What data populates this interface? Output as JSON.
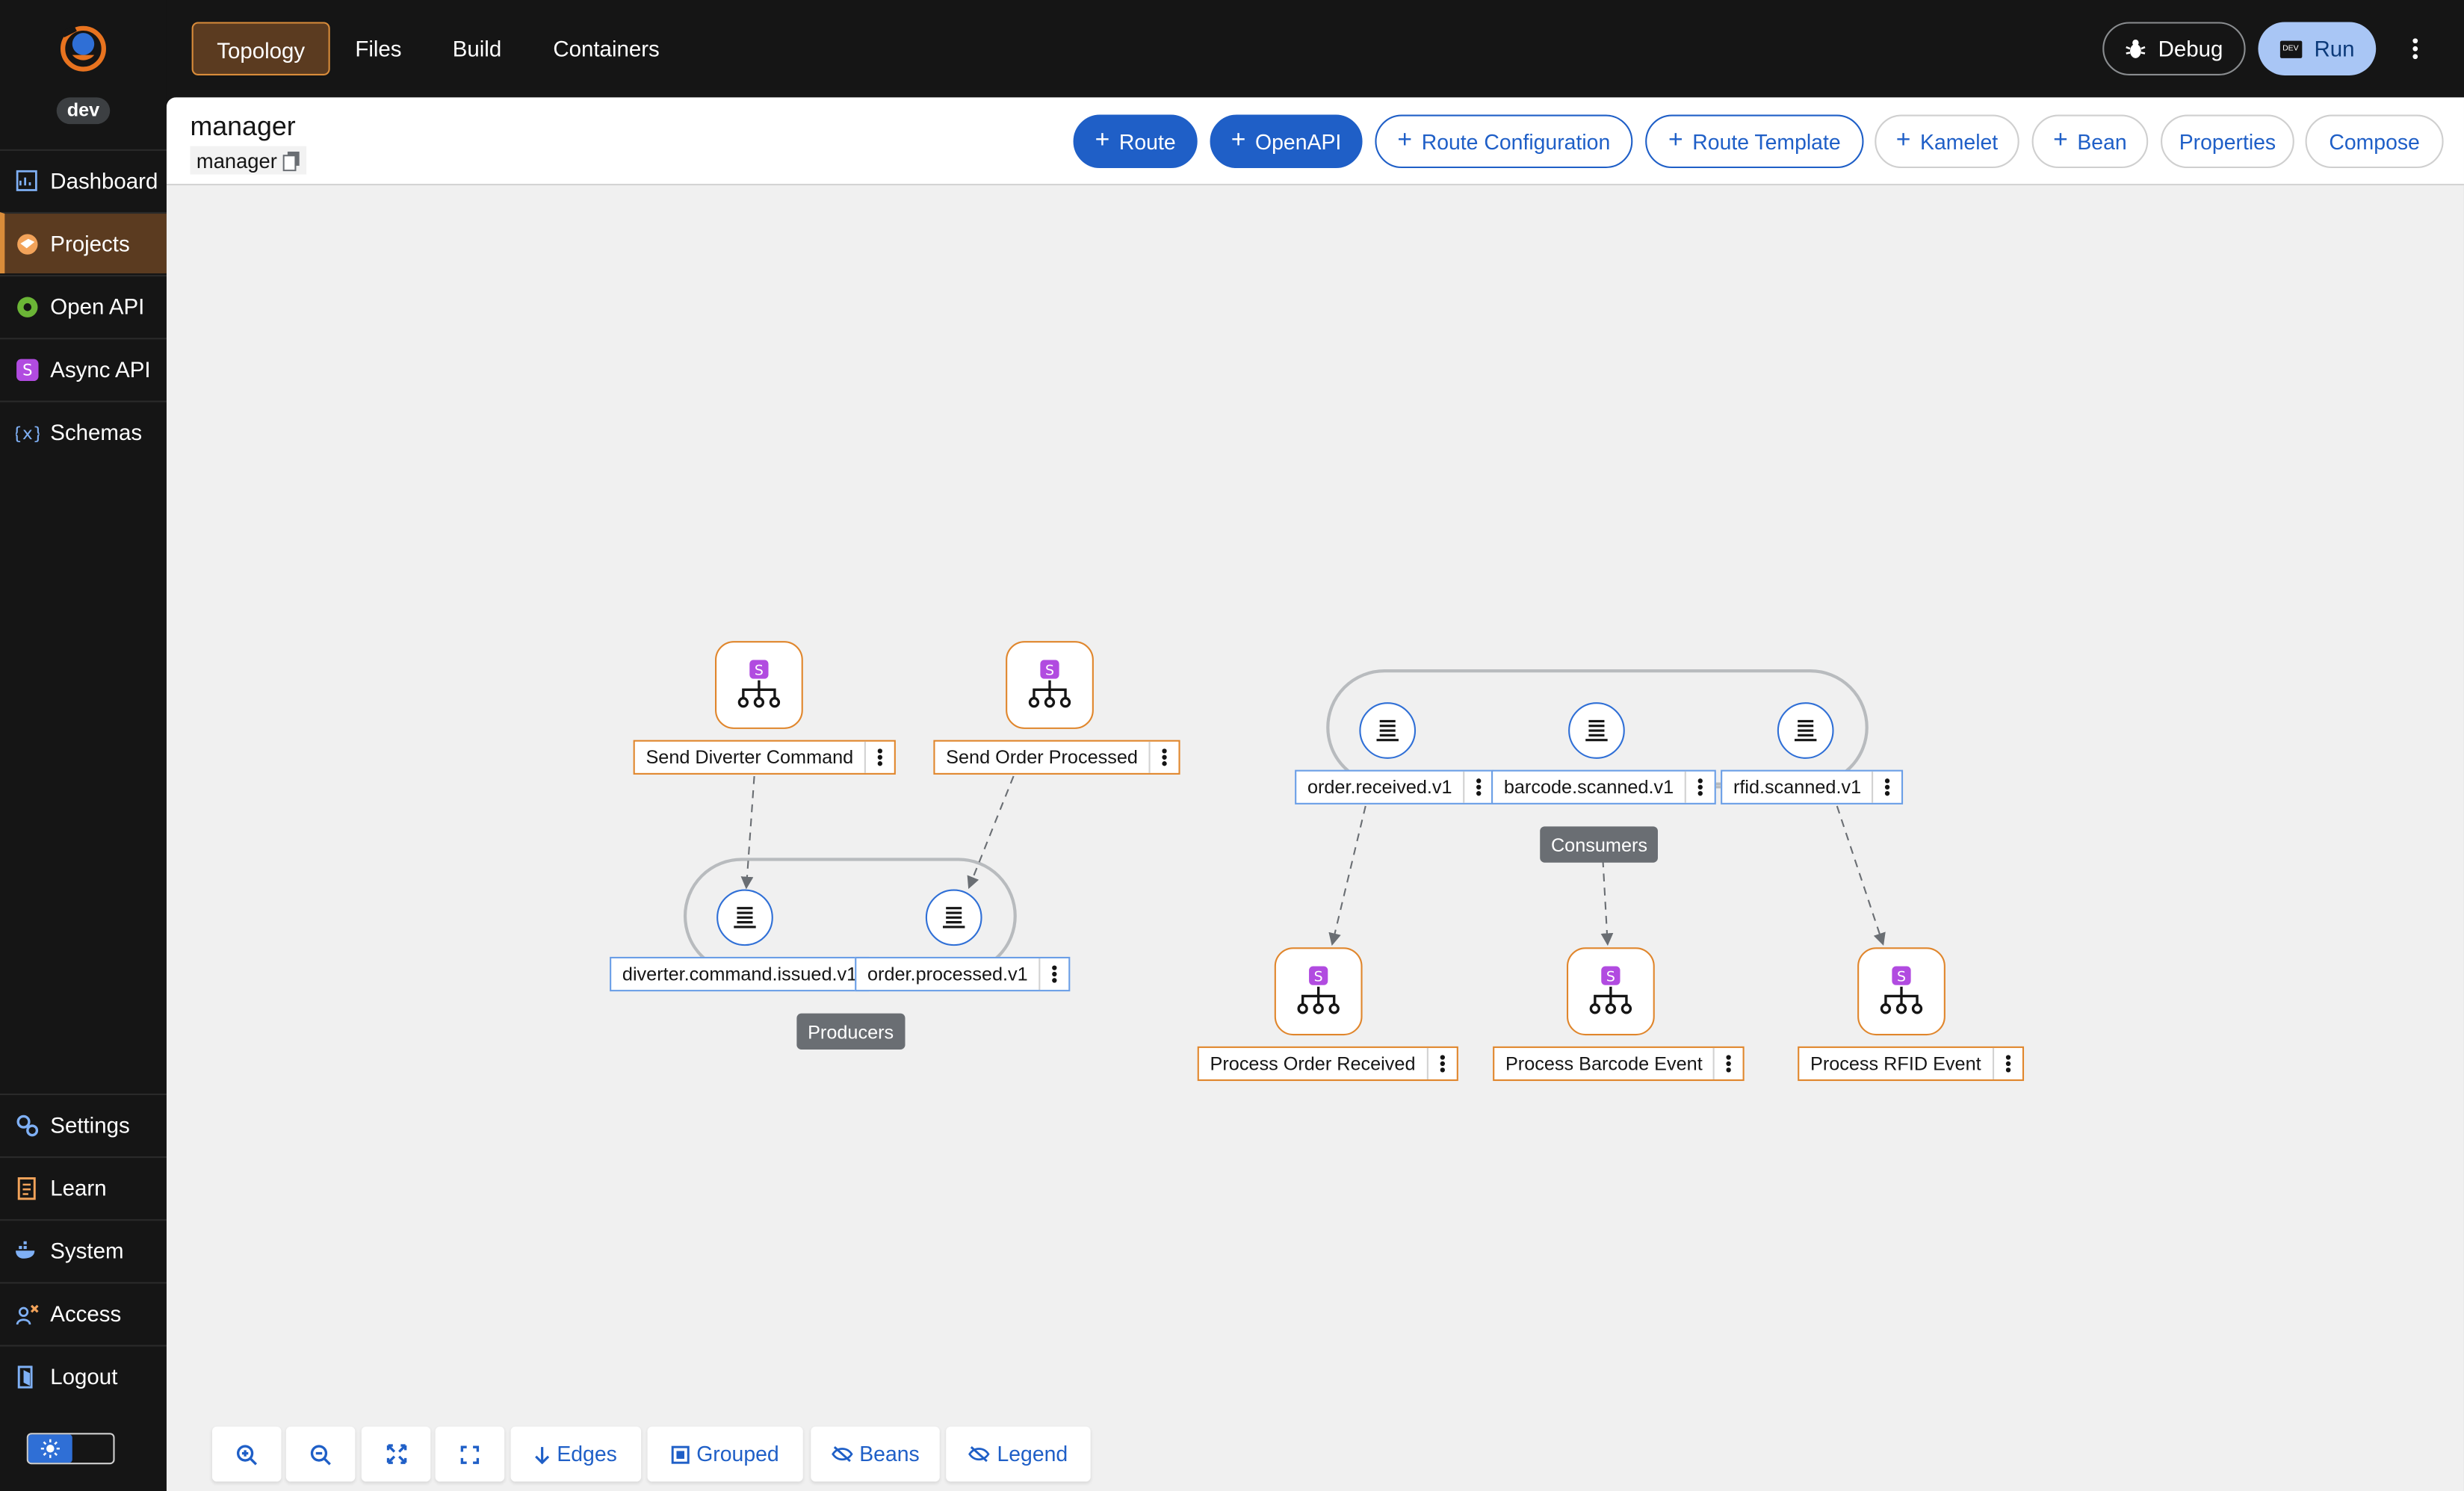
{
  "app": {
    "env_badge": "dev",
    "nav": [
      {
        "label": "Dashboard",
        "icon": "dashboard-icon"
      },
      {
        "label": "Projects",
        "icon": "projects-icon",
        "active": true
      },
      {
        "label": "Open API",
        "icon": "openapi-icon"
      },
      {
        "label": "Async API",
        "icon": "asyncapi-icon"
      },
      {
        "label": "Schemas",
        "icon": "schemas-icon"
      }
    ],
    "nav_bottom": [
      {
        "label": "Settings",
        "icon": "settings-icon"
      },
      {
        "label": "Learn",
        "icon": "learn-icon"
      },
      {
        "label": "System",
        "icon": "system-icon"
      },
      {
        "label": "Access",
        "icon": "access-icon"
      },
      {
        "label": "Logout",
        "icon": "logout-icon"
      }
    ],
    "colors": {
      "accent": "#d98c3a",
      "primary": "#1f5fc7",
      "route_border": "#e0862c",
      "channel_border": "#2f6fd6"
    }
  },
  "topbar": {
    "tabs": [
      {
        "label": "Topology",
        "active": true
      },
      {
        "label": "Files"
      },
      {
        "label": "Build"
      },
      {
        "label": "Containers"
      }
    ],
    "debug_label": "Debug",
    "run_label": "Run",
    "run_badge": "DEV"
  },
  "header": {
    "title": "manager",
    "subtitle": "manager",
    "buttons": {
      "route": "Route",
      "openapi": "OpenAPI",
      "route_configuration": "Route Configuration",
      "route_template": "Route Template",
      "kamelet": "Kamelet",
      "bean": "Bean",
      "properties": "Properties",
      "compose": "Compose"
    }
  },
  "topology": {
    "groups": {
      "producers": "Producers",
      "consumers": "Consumers"
    },
    "routes": {
      "send_diverter_command": "Send Diverter Command",
      "send_order_processed": "Send Order Processed",
      "process_order_received": "Process Order Received",
      "process_barcode_event": "Process Barcode Event",
      "process_rfid_event": "Process RFID Event"
    },
    "channels": {
      "diverter_command_issued": "diverter.command.issued.v1",
      "order_processed": "order.processed.v1",
      "order_received": "order.received.v1",
      "barcode_scanned": "barcode.scanned.v1",
      "rfid_scanned": "rfid.scanned.v1"
    },
    "badge_letter": "S"
  },
  "toolbar": {
    "edges": "Edges",
    "grouped": "Grouped",
    "beans": "Beans",
    "legend": "Legend"
  }
}
